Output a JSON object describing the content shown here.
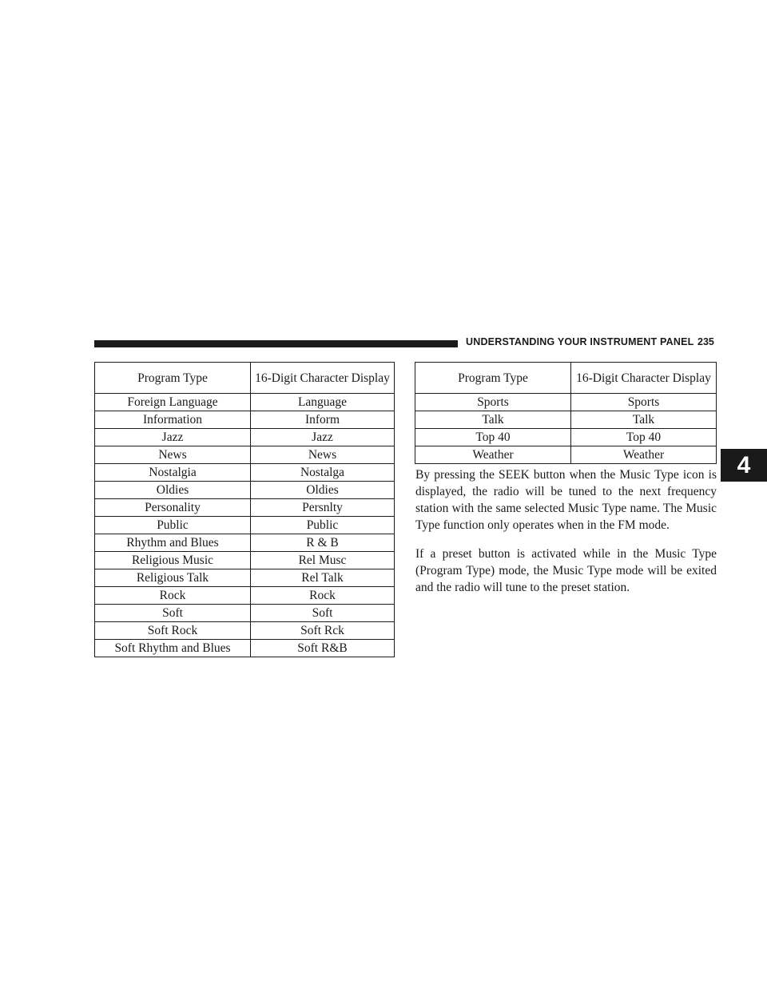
{
  "header": {
    "section_title": "UNDERSTANDING YOUR INSTRUMENT PANEL",
    "page_number": "235"
  },
  "chapter_tab": "4",
  "table_left": {
    "headers": [
      "Program Type",
      "16-Digit Character Display"
    ],
    "rows": [
      [
        "Foreign Language",
        "Language"
      ],
      [
        "Information",
        "Inform"
      ],
      [
        "Jazz",
        "Jazz"
      ],
      [
        "News",
        "News"
      ],
      [
        "Nostalgia",
        "Nostalga"
      ],
      [
        "Oldies",
        "Oldies"
      ],
      [
        "Personality",
        "Persnlty"
      ],
      [
        "Public",
        "Public"
      ],
      [
        "Rhythm and Blues",
        "R & B"
      ],
      [
        "Religious Music",
        "Rel Musc"
      ],
      [
        "Religious Talk",
        "Rel Talk"
      ],
      [
        "Rock",
        "Rock"
      ],
      [
        "Soft",
        "Soft"
      ],
      [
        "Soft Rock",
        "Soft Rck"
      ],
      [
        "Soft Rhythm and Blues",
        "Soft R&B"
      ]
    ]
  },
  "table_right": {
    "headers": [
      "Program Type",
      "16-Digit Character Display"
    ],
    "rows": [
      [
        "Sports",
        "Sports"
      ],
      [
        "Talk",
        "Talk"
      ],
      [
        "Top 40",
        "Top 40"
      ],
      [
        "Weather",
        "Weather"
      ]
    ]
  },
  "paragraphs": [
    "By pressing the SEEK button when the Music Type icon is displayed, the radio will be tuned to the next frequency station with the same selected Music Type name. The Music Type function only operates when in the FM mode.",
    "If a preset button is activated while in the Music Type (Program Type) mode, the Music Type mode will be exited and the radio will tune to the preset station."
  ]
}
